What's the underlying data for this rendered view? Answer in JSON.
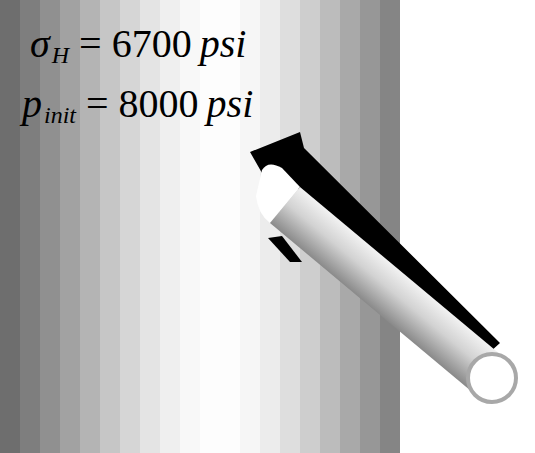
{
  "diagram": {
    "labels": [
      "σ",
      "H",
      "= 6700",
      "psi",
      "p",
      "init",
      "= 8000",
      "psi"
    ]
  }
}
